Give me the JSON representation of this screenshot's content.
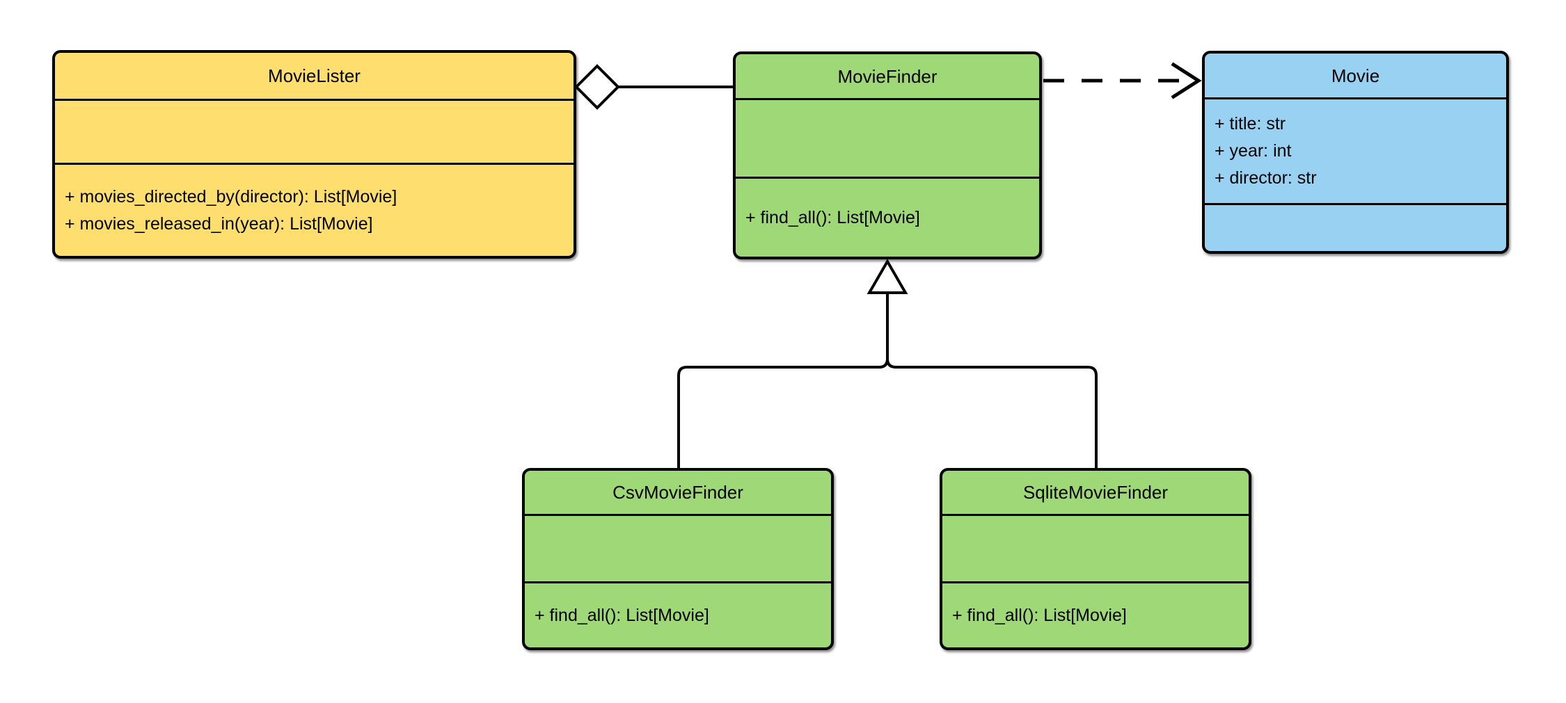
{
  "diagram": {
    "type": "uml-class-diagram",
    "background": "#FFFFFF",
    "colors": {
      "yellow_fill": "#FDDE6E",
      "green_fill": "#9FD876",
      "blue_fill": "#99D1F2",
      "stroke": "#000000"
    },
    "classes": {
      "movie_lister": {
        "name": "MovieLister",
        "fill": "#FDDE6E",
        "attributes": [],
        "methods": [
          "+ movies_directed_by(director): List[Movie]",
          "+ movies_released_in(year): List[Movie]"
        ]
      },
      "movie_finder": {
        "name": "MovieFinder",
        "fill": "#9FD876",
        "attributes": [],
        "methods": [
          "+ find_all(): List[Movie]"
        ]
      },
      "movie": {
        "name": "Movie",
        "fill": "#99D1F2",
        "attributes": [
          "+ title: str",
          "+ year: int",
          "+ director: str"
        ],
        "methods": []
      },
      "csv_movie_finder": {
        "name": "CsvMovieFinder",
        "fill": "#9FD876",
        "attributes": [],
        "methods": [
          "+ find_all(): List[Movie]"
        ]
      },
      "sqlite_movie_finder": {
        "name": "SqliteMovieFinder",
        "fill": "#9FD876",
        "attributes": [],
        "methods": [
          "+ find_all(): List[Movie]"
        ]
      }
    },
    "relationships": [
      {
        "type": "aggregation",
        "from": "MovieLister",
        "to": "MovieFinder",
        "marker": "hollow-diamond",
        "line": "solid"
      },
      {
        "type": "dependency",
        "from": "MovieFinder",
        "to": "Movie",
        "marker": "open-arrow",
        "line": "dashed"
      },
      {
        "type": "generalization",
        "from": "CsvMovieFinder",
        "to": "MovieFinder",
        "marker": "hollow-triangle",
        "line": "solid"
      },
      {
        "type": "generalization",
        "from": "SqliteMovieFinder",
        "to": "MovieFinder",
        "marker": "hollow-triangle",
        "line": "solid"
      }
    ]
  }
}
